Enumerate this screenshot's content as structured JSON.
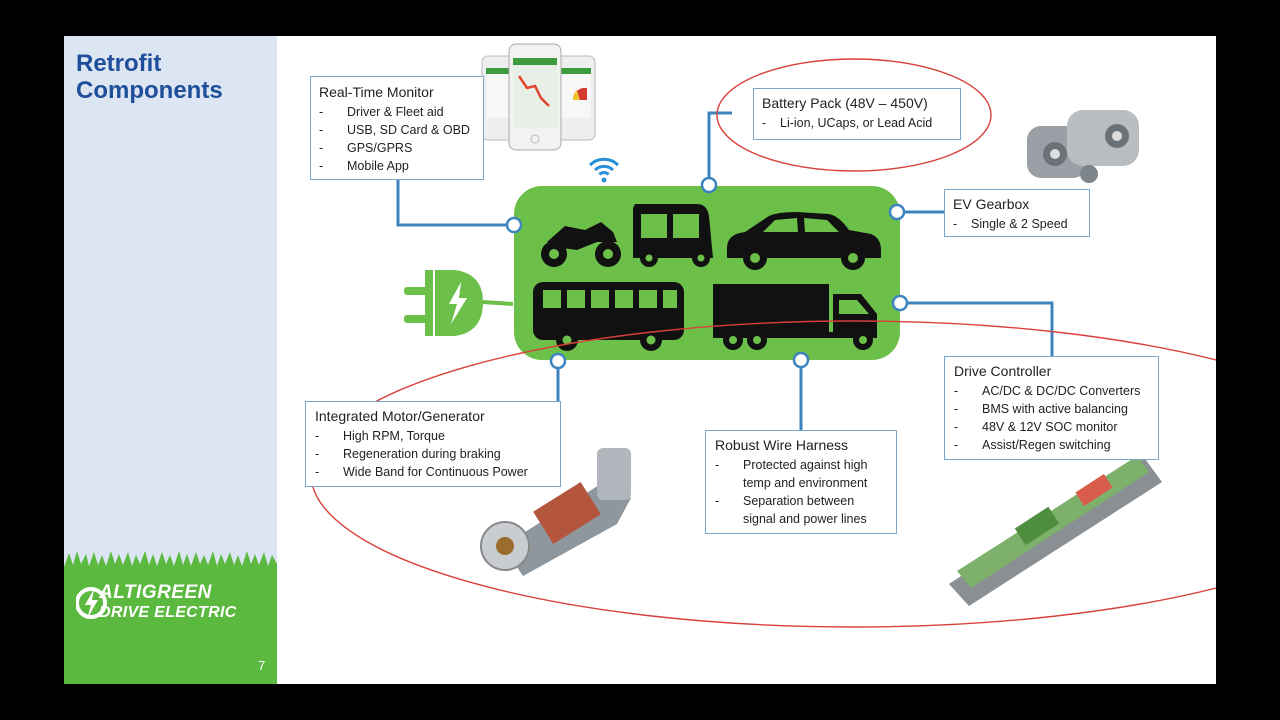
{
  "slide": {
    "title": "Retrofit Components",
    "page_number": "7"
  },
  "logo": {
    "line1": "ALTIGREEN",
    "line2": "DRIVE ELECTRIC"
  },
  "colors": {
    "accent_green": "#6cc04a",
    "title_blue": "#1f4e9a",
    "connector_blue": "#3d84bf",
    "ellipse_red": "#d9403a",
    "sidebar_bg": "#dce6f2"
  },
  "boxes": {
    "monitor": {
      "title": "Real-Time Monitor",
      "items": [
        "Driver & Fleet aid",
        "USB, SD Card & OBD",
        "GPS/GPRS",
        "Mobile App"
      ]
    },
    "battery": {
      "title": "Battery Pack (48V – 450V)",
      "items": [
        "Li-ion, UCaps, or Lead Acid"
      ]
    },
    "gearbox": {
      "title": "EV Gearbox",
      "items": [
        "Single & 2 Speed"
      ]
    },
    "controller": {
      "title": "Drive Controller",
      "items": [
        "AC/DC & DC/DC Converters",
        "BMS with active balancing",
        "48V & 12V SOC monitor",
        "Assist/Regen switching"
      ]
    },
    "motor": {
      "title": "Integrated Motor/Generator",
      "items": [
        "High RPM, Torque",
        "Regeneration during braking",
        "Wide Band for Continuous Power"
      ]
    },
    "harness": {
      "title": "Robust Wire Harness",
      "items": [
        "Protected against high temp and environment",
        "Separation between signal and power lines"
      ]
    }
  },
  "icons": [
    "wifi-icon",
    "plug-icon",
    "motorcycle-icon",
    "auto-rickshaw-icon",
    "car-icon",
    "bus-icon",
    "truck-icon"
  ]
}
